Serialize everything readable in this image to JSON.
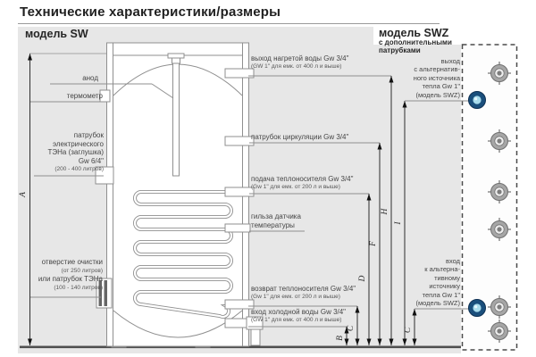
{
  "title": "Технические характеристики/размеры",
  "panels": {
    "sw": {
      "header": "модель SW"
    },
    "swz": {
      "header": "модель SWZ",
      "subheader": [
        "с дополнительными",
        "патрубками"
      ]
    }
  },
  "callouts_left": {
    "anode": "анод",
    "thermometer": "термометр",
    "heater_port": {
      "lines": [
        "патрубок",
        "электрического",
        "ТЭНа (заглушка)",
        "Gw 6/4\""
      ],
      "sub": "(200 - 400 литров)"
    },
    "cleaning": {
      "line1": "отверстие очистки",
      "sub1": "(от 250 литров)",
      "line2": "или патрубок ТЭНа",
      "sub2": "(100 - 140 литров)"
    }
  },
  "callouts_right": {
    "hot_out": {
      "main": "выход нагретой воды Gw 3/4\"",
      "sub": "(GW 1\" для емк. от 400 л и выше)"
    },
    "circulation": {
      "main": "патрубок циркуляции Gw 3/4\""
    },
    "supply": {
      "main": "подача теплоносителя Gw 3/4\"",
      "sub": "(Gw 1\" для емк. от 200 л и выше)"
    },
    "sensor": {
      "line1": "гильза датчика",
      "line2": "температуры"
    },
    "return": {
      "main": "возврат теплоносителя Gw 3/4\"",
      "sub": "(Gw 1\" для емк. от 200 л и выше)"
    },
    "cold_in": {
      "main": "вход холодной воды Gw 3/4\"",
      "sub": "(GW 1\" для емк. от 400 л и выше)"
    }
  },
  "callouts_swz": {
    "alt_out": {
      "lines": [
        "выход",
        "с альтернатив-",
        "ного источника",
        "тепла Gw 1\"",
        "(модель SWZ)"
      ]
    },
    "alt_in": {
      "lines": [
        "вход",
        "к альтерна-",
        "тивному",
        "источнику",
        "тепла Gw 1\"",
        "(модель SWZ)"
      ]
    }
  },
  "dimensions": {
    "labels": [
      "A",
      "B",
      "C",
      "D",
      "F",
      "H",
      "I",
      "C"
    ]
  },
  "colors": {
    "panel_bg": "#e7e7e7",
    "outline_gray": "#8f8f8f",
    "dim_line": "#2e2e2e",
    "port_blue_outer": "#1a4f7c",
    "port_blue_inner": "#a8dcec",
    "port_gray": "#a6a6a6",
    "floor": "#4f4f4f"
  }
}
